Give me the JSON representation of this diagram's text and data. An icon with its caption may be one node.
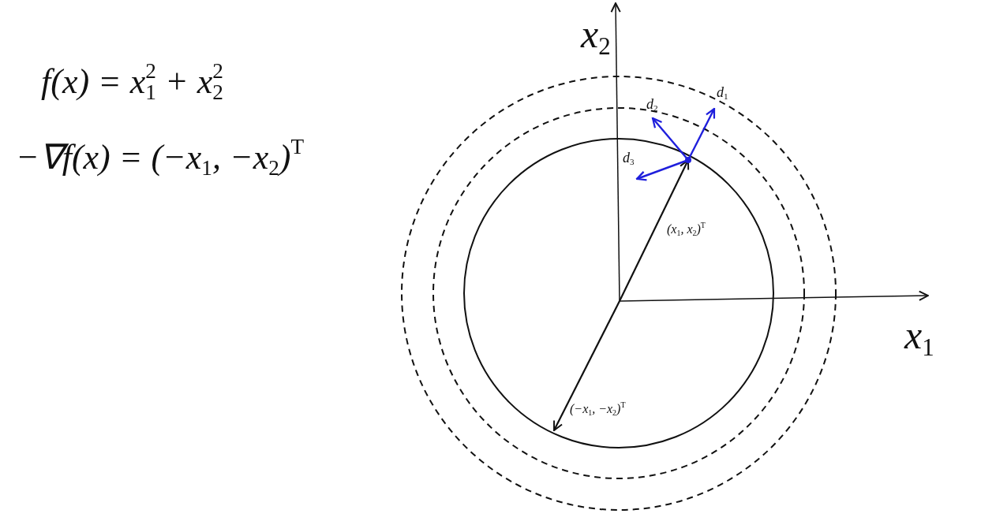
{
  "diagram": {
    "labels": [
      "f(x) = x$_{1}$$^{2}$ + x$_{2}$$^{2}$",
      "−∇f(x) = (−x$_{1}$, −x$_{2}$)$^{T}$",
      "x$_{2}$",
      "x$_{1}$",
      "d$_{1}$",
      "d$_{2}$",
      "d$_{3}$",
      "(x$_{1}$, x$_{2}$)$^{T}$",
      "(−x$_{1}$, −x$_{2}$)$^{T}$"
    ]
  }
}
